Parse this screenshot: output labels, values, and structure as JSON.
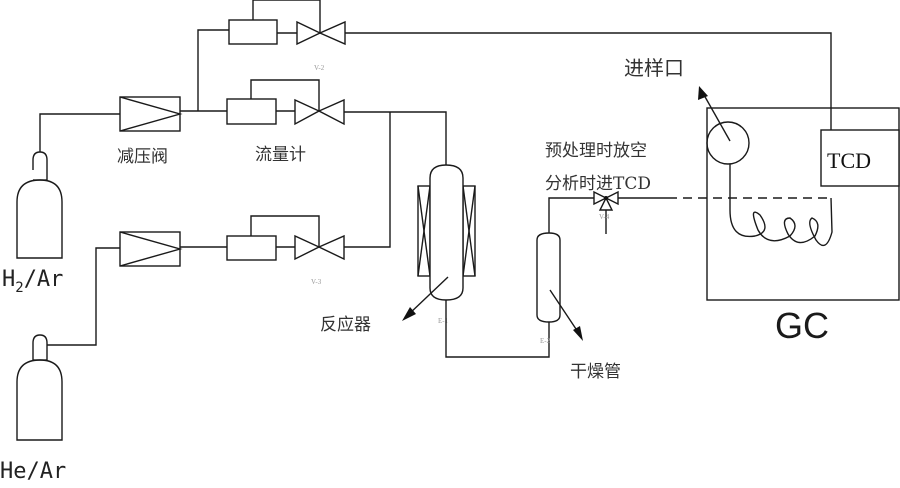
{
  "diagram": {
    "type": "process-flow",
    "gas_sources": [
      {
        "id": "cyl-1",
        "label": "H2/Ar",
        "label_main": "H",
        "label_sub": "2",
        "label_rest": "/Ar"
      },
      {
        "id": "cyl-2",
        "label": "He/Ar"
      }
    ],
    "labels": {
      "pressure_reducer": "减压阀",
      "flow_meter": "流量计",
      "reactor": "反应器",
      "dryer": "干燥管",
      "injection_port": "进样口",
      "vent_note_line1": "预处理时放空",
      "vent_note_line2": "分析时进TCD",
      "gc": "GC",
      "tcd": "TCD"
    },
    "tags": {
      "valve_top": "V-2",
      "valve_bottom": "V-3",
      "valve_three_way": "V-4",
      "reactor": "E-1",
      "dryer": "E-2"
    },
    "flow": [
      "H2/Ar cylinder -> 减压阀 -> 流量计 + V (x2 branches)",
      "He/Ar cylinder -> 减压阀 -> 流量计 + V-3",
      "branches -> 反应器 E-1 -> 干燥管 E-2 -> V-4 -> TCD (GC)",
      "top branch -> 进样口 / TCD"
    ]
  }
}
